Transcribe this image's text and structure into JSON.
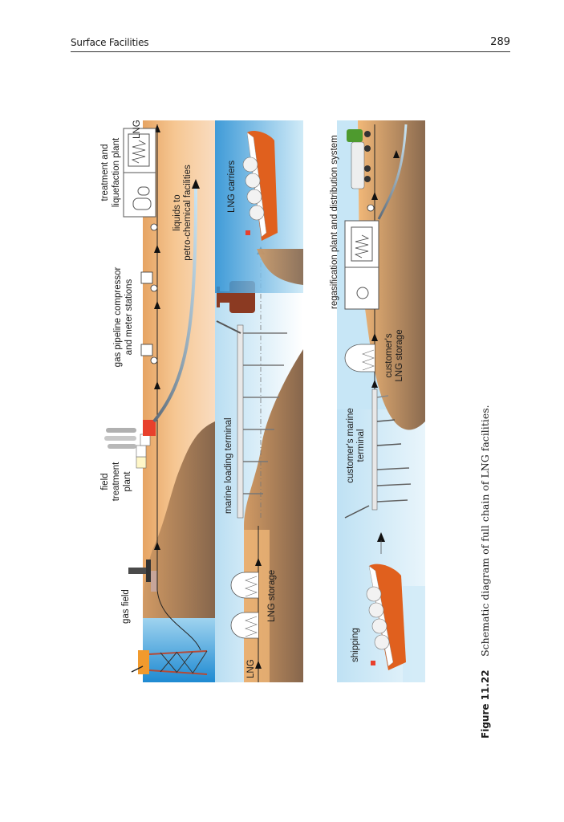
{
  "header": {
    "section_title": "Surface Facilities",
    "page_number": "289"
  },
  "figure": {
    "label": "Figure 11.22",
    "caption": "Schematic diagram of full chain of LNG facilities.",
    "colors": {
      "sea_deep": "#1e8ad2",
      "sea_light": "#bfe2f4",
      "land_light": "#f6c793",
      "land_dark": "#8a6a4f",
      "ship_hull": "#e0601e",
      "loading_vessel": "#8b3a22",
      "truck_cab": "#4e9a2e",
      "flare_red": "#e8402c"
    },
    "strip1": {
      "gas_field": "gas field",
      "field_treatment_plant": [
        "field",
        "treatment",
        "plant"
      ],
      "compressor_stations": [
        "gas pipeline compressor",
        "and meter stations"
      ],
      "liquefaction_plant": [
        "treatment and",
        "liquefaction plant"
      ],
      "lng_out": "LNG",
      "liquids": [
        "liquids to",
        "petro-chemical facilities"
      ]
    },
    "strip2": {
      "lng_in": "LNG",
      "lng_storage": "LNG storage",
      "marine_loading_terminal": "marine loading terminal",
      "lng_carriers": "LNG carriers"
    },
    "strip3": {
      "shipping": "shipping",
      "customers_marine_terminal": [
        "customer's marine",
        "terminal"
      ],
      "customers_lng_storage": [
        "customer's",
        "LNG storage"
      ],
      "regas_plant": "regasification plant and distribution system"
    }
  }
}
